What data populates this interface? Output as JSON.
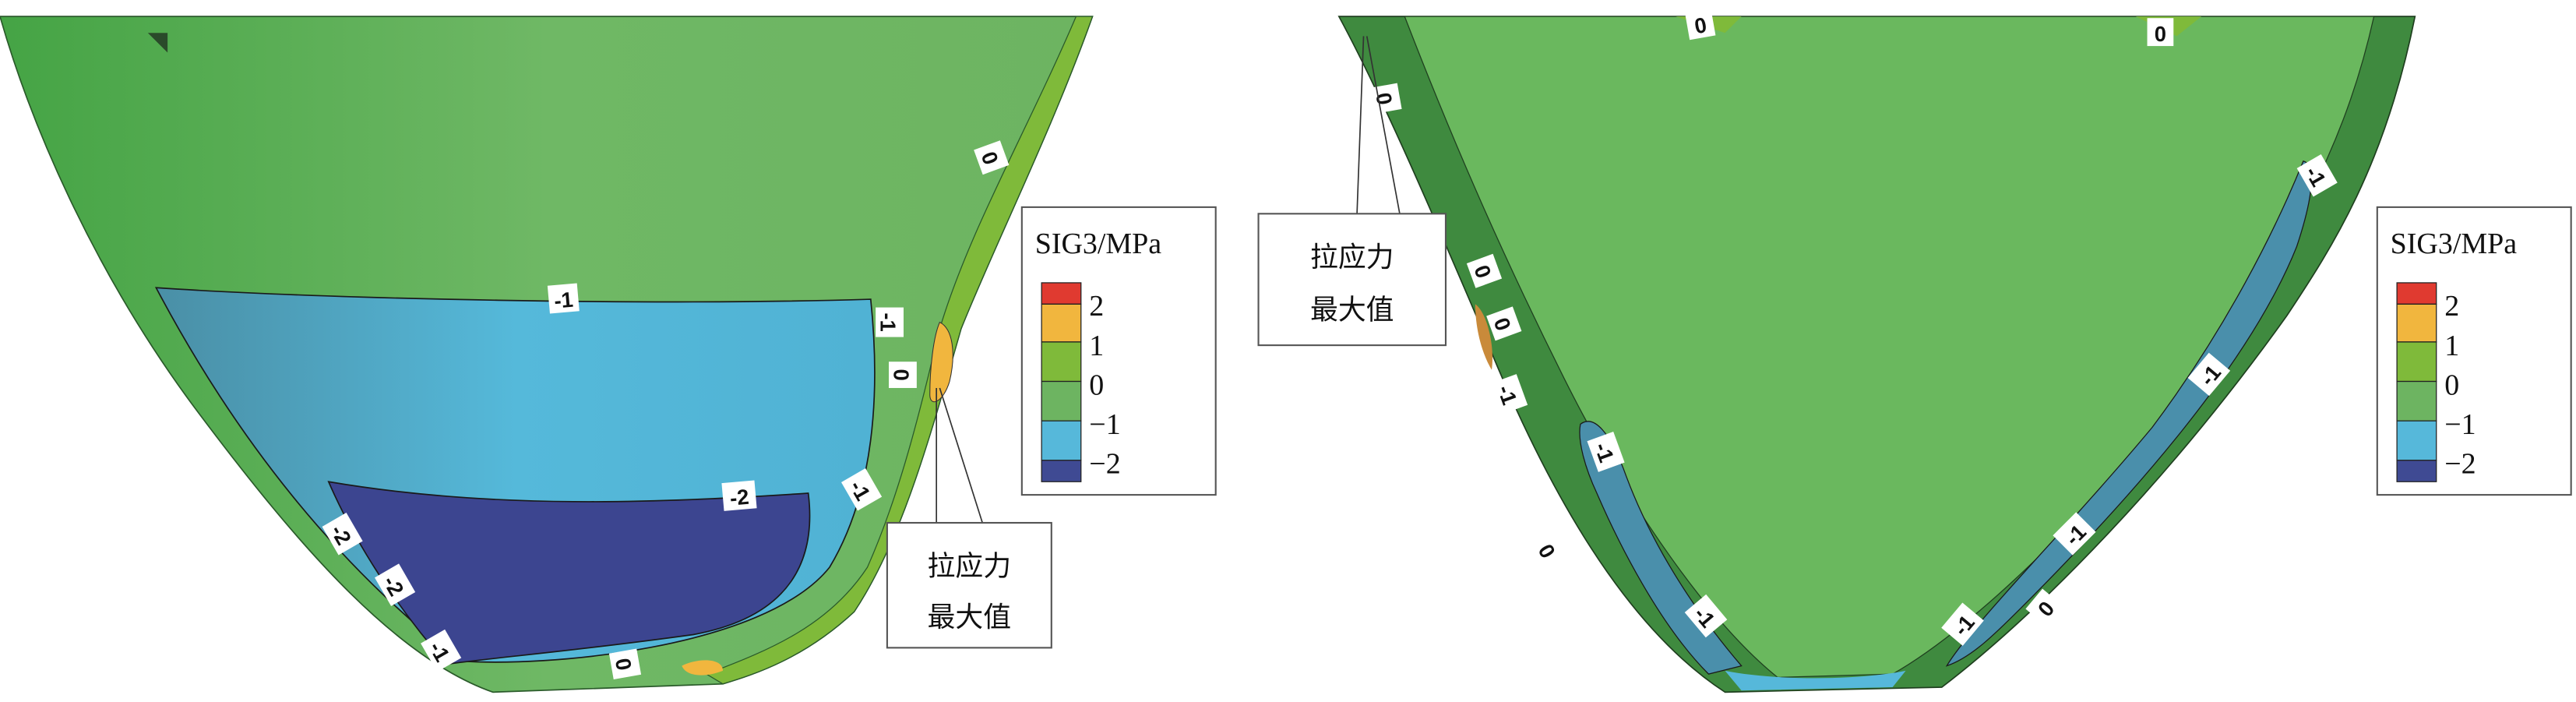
{
  "legend": {
    "title": "SIG3/MPa",
    "ticks": [
      "2",
      "1",
      "0",
      "−1",
      "−2"
    ],
    "colors": [
      "#e03a30",
      "#f1b63e",
      "#7fba3a",
      "#6db461",
      "#56b8da",
      "#3f4a93"
    ]
  },
  "callout": {
    "line1": "拉应力",
    "line2": "最大值"
  },
  "left_panel": {
    "contour_labels": [
      "-1",
      "-1",
      "0",
      "0",
      "-2",
      "-1",
      "-2",
      "-2",
      "-1",
      "0"
    ]
  },
  "right_panel": {
    "contour_labels": [
      "0",
      "0",
      "0",
      "-1",
      "0",
      "0",
      "-1",
      "-1",
      "0",
      "-1",
      "-1",
      "-1",
      "-1",
      "0"
    ]
  }
}
